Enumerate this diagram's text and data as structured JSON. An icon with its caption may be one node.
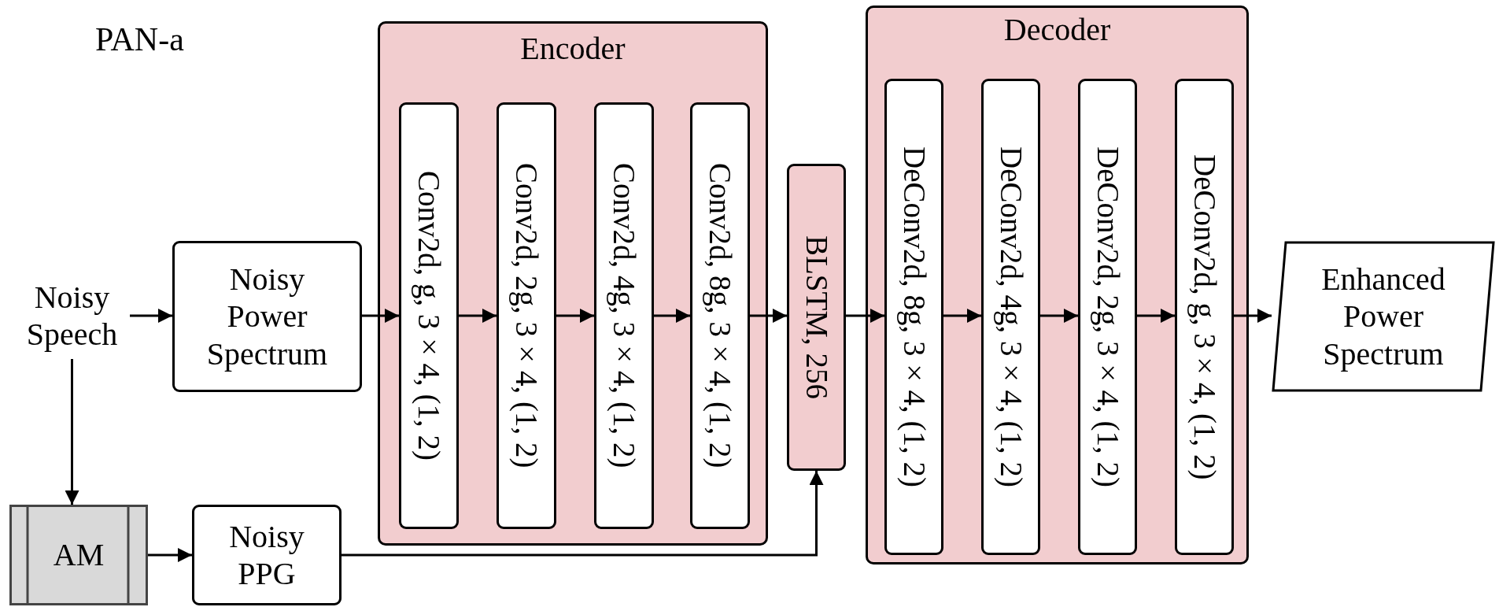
{
  "diagram": {
    "title": "PAN-a",
    "nodes": [
      {
        "text": [
          "Noisy Speech"
        ]
      },
      {
        "text": [
          "Noisy Power Spectrum"
        ]
      },
      {
        "text": [
          "Encoder"
        ]
      },
      {
        "text": [
          "Conv2d, g, 3×4, (1, 2)"
        ],
        "in": 2
      },
      {
        "text": [
          "Conv2d, 2g, 3×4, (1, 2)"
        ],
        "in": 2
      },
      {
        "text": [
          "Conv2d, 4g, 3×4, (1, 2)"
        ],
        "in": 2
      },
      {
        "text": [
          "Conv2d, 8g, 3×4, (1, 2)"
        ],
        "in": 2
      },
      {
        "text": [
          "BLSTM, 256"
        ]
      },
      {
        "text": [
          "Decoder"
        ]
      },
      {
        "text": [
          "DeConv2d, 8g, 3×4, (1, 2)"
        ],
        "in": 8
      },
      {
        "text": [
          "DeConv2d, 4g, 3×4, (1, 2)"
        ],
        "in": 8
      },
      {
        "text": [
          "DeConv2d, 2g, 3×4, (1, 2)"
        ],
        "in": 8
      },
      {
        "text": [
          "DeConv2d, g, 3×4, (1, 2)"
        ],
        "in": 8
      },
      {
        "text": [
          "Enhanced Power Spectrum"
        ]
      },
      {
        "text": [
          "AM"
        ]
      },
      {
        "text": [
          "Noisy PPG"
        ]
      }
    ],
    "edges": [
      {
        "from": 0,
        "to": 1,
        "arrow": "to"
      },
      {
        "from": 1,
        "to": 3,
        "arrow": "to"
      },
      {
        "from": 3,
        "to": 4,
        "arrow": "to"
      },
      {
        "from": 4,
        "to": 5,
        "arrow": "to"
      },
      {
        "from": 5,
        "to": 6,
        "arrow": "to"
      },
      {
        "from": 6,
        "to": 7,
        "arrow": "to"
      },
      {
        "from": 7,
        "to": 9,
        "arrow": "to"
      },
      {
        "from": 9,
        "to": 10,
        "arrow": "to"
      },
      {
        "from": 10,
        "to": 11,
        "arrow": "to"
      },
      {
        "from": 11,
        "to": 12,
        "arrow": "to"
      },
      {
        "from": 12,
        "to": 13,
        "arrow": "to"
      },
      {
        "from": 0,
        "to": 14,
        "arrow": "to"
      },
      {
        "from": 14,
        "to": 15,
        "arrow": "to"
      },
      {
        "from": 15,
        "to": 7,
        "arrow": "to"
      }
    ]
  }
}
